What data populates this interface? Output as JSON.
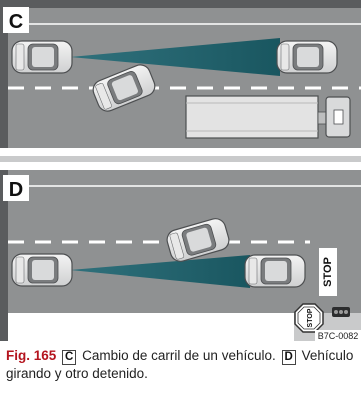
{
  "panels": {
    "c": {
      "label": "C"
    },
    "d": {
      "label": "D",
      "stop_marking": "STOP",
      "sign_text": "STOP"
    }
  },
  "reference_code": "B7C-0082",
  "caption": {
    "fig_label": "Fig. 165",
    "key_c": "C",
    "text_c": "Cambio de carril de un vehículo.",
    "key_d": "D",
    "text_d": "Vehículo girando y otro detenido."
  },
  "colors": {
    "road": "#8f9192",
    "outer_frame": "#5a5c5e",
    "median": "#ffffff",
    "sensor_beam": "#1f6b78",
    "caption_accent": "#b4141e"
  }
}
